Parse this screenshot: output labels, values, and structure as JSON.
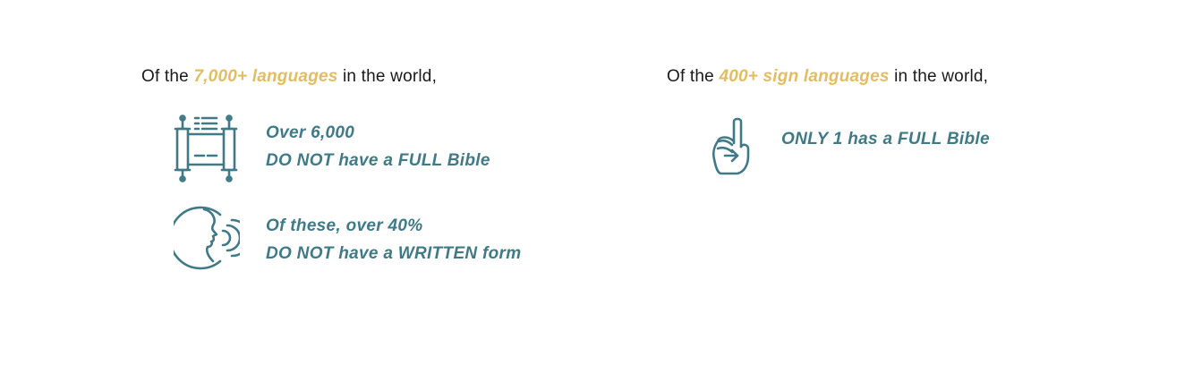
{
  "colors": {
    "teal": "#3f7a86",
    "gold": "#e4bd62",
    "text": "#1a1a1a"
  },
  "left": {
    "intro_before": "Of the ",
    "intro_highlight": "7,000+ languages",
    "intro_after": " in the world,",
    "items": [
      {
        "icon": "scroll-icon",
        "line1": "Over 6,000",
        "line2": "DO NOT have a FULL Bible"
      },
      {
        "icon": "speaking-head-icon",
        "line1": "Of these, over 40%",
        "line2": "DO NOT have a WRITTEN form"
      }
    ]
  },
  "right": {
    "intro_before": "Of the ",
    "intro_highlight": "400+ sign languages",
    "intro_after": " in the world,",
    "items": [
      {
        "icon": "pointing-hand-icon",
        "line1": "ONLY 1 has a FULL Bible"
      }
    ]
  }
}
